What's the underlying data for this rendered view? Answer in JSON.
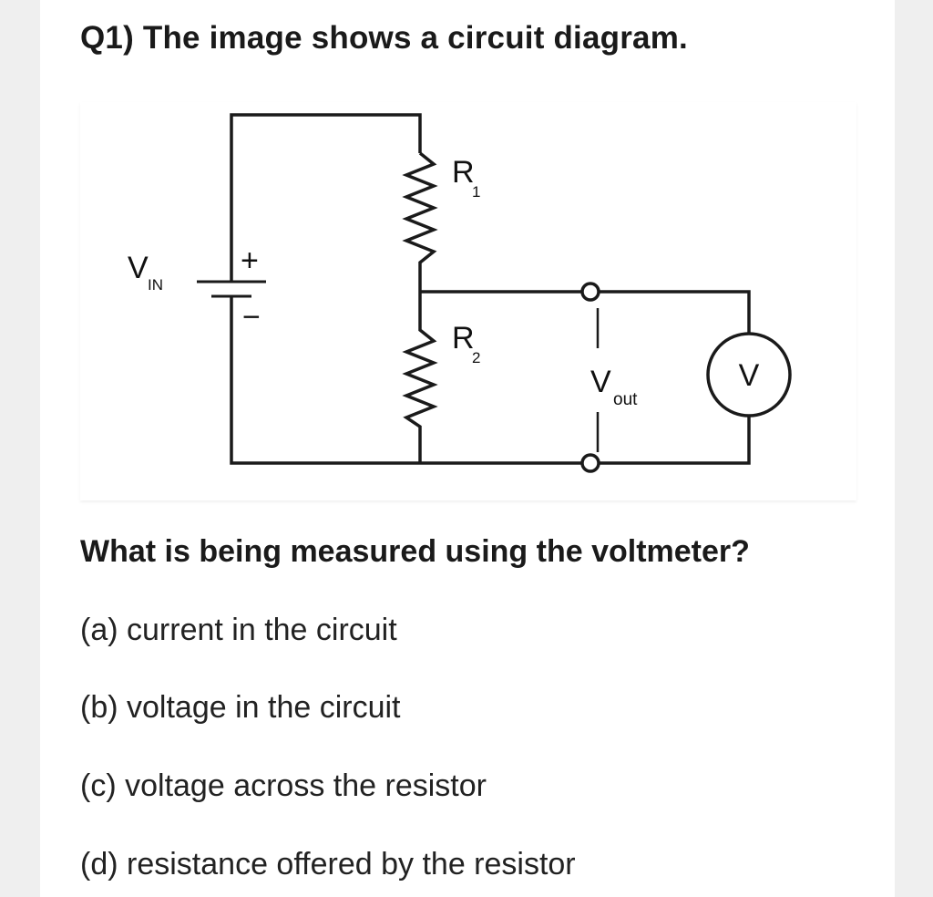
{
  "question": {
    "title": "Q1) The image shows a circuit diagram.",
    "prompt": "What is being measured using the voltmeter?"
  },
  "diagram": {
    "labels": {
      "vin_main": "V",
      "vin_sub": "IN",
      "plus": "+",
      "minus": "−",
      "r1_main": "R",
      "r1_sub": "1",
      "r2_main": "R",
      "r2_sub": "2",
      "vout_main": "V",
      "vout_sub": "out",
      "voltmeter": "V"
    }
  },
  "options": [
    {
      "letter": "(a)",
      "text": "current in the circuit"
    },
    {
      "letter": "(b)",
      "text": "voltage in the circuit"
    },
    {
      "letter": "(c)",
      "text": "voltage across the resistor"
    },
    {
      "letter": "(d)",
      "text": "resistance offered by the resistor"
    }
  ]
}
